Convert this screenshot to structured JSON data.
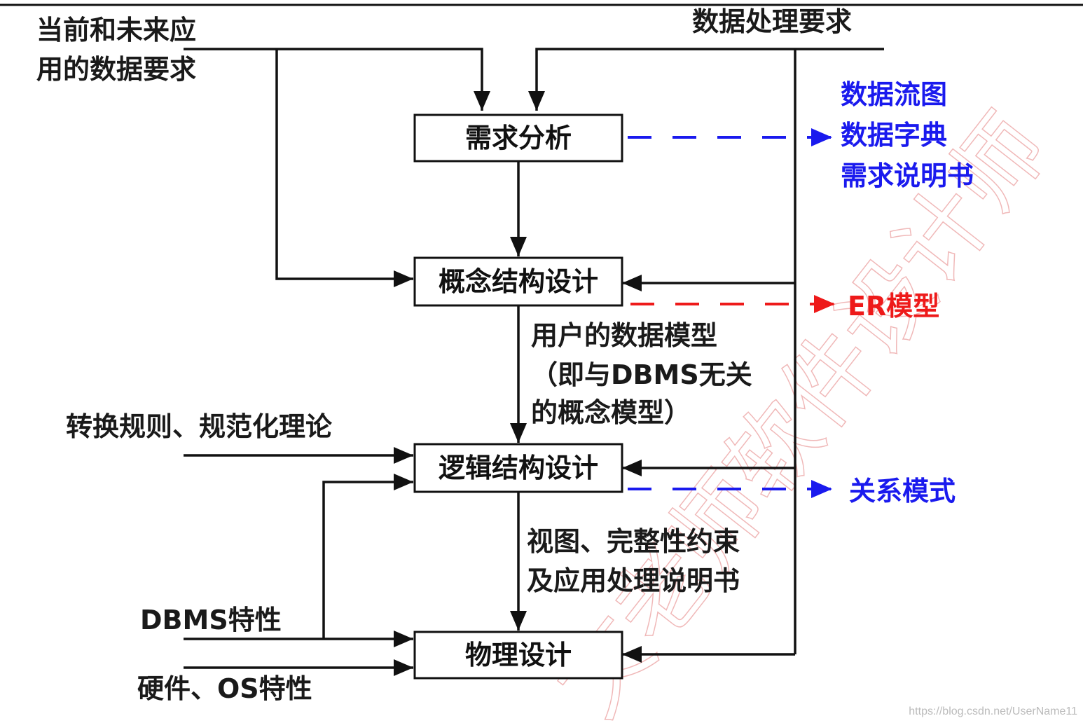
{
  "colors": {
    "line": "#111111",
    "blue_output": "#1a1aee",
    "red_output": "#ee1a1a"
  },
  "inputs": {
    "current_future_line1": "当前和未来应",
    "current_future_line2": "用的数据要求",
    "processing_requirements": "数据处理要求",
    "transform_rules": "转换规则、规范化理论",
    "dbms_features": "DBMS特性",
    "hardware_os": "硬件、OS特性"
  },
  "stages": {
    "requirements_analysis": "需求分析",
    "conceptual_design": "概念结构设计",
    "logical_design": "逻辑结构设计",
    "physical_design": "物理设计"
  },
  "intermediate": {
    "user_data_model_line1": "用户的数据模型",
    "user_data_model_line2": "（即与DBMS无关",
    "user_data_model_line3": "的概念模型）",
    "views_line1": "视图、完整性约束",
    "views_line2": "及应用处理说明书"
  },
  "outputs": {
    "dataflow_diagram": "数据流图",
    "data_dictionary": "数据字典",
    "requirements_spec": "需求说明书",
    "er_model": "ER模型",
    "relational_schema": "关系模式"
  },
  "watermark": "文老师软件设计师",
  "credit": "https://blog.csdn.net/UserName11"
}
